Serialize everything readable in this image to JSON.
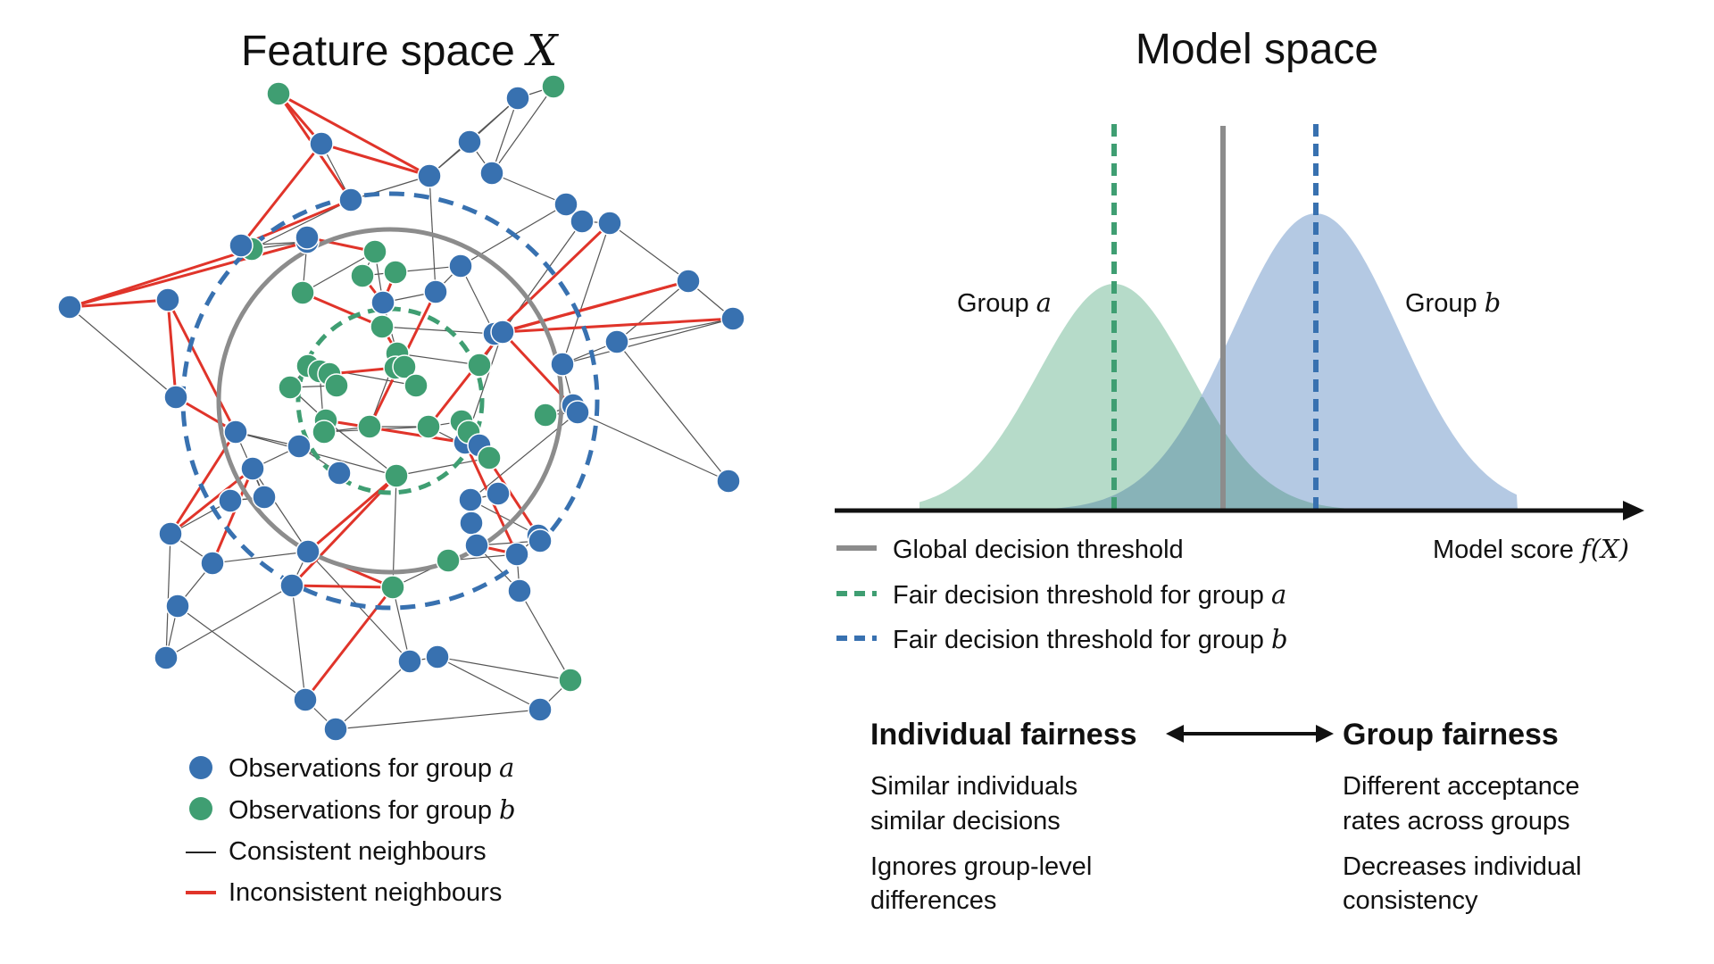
{
  "left": {
    "title": "Feature space",
    "title_math": "X",
    "legend": [
      {
        "text": "Observations for group ",
        "math": "a",
        "color": "#3871b0"
      },
      {
        "text": "Observations for group ",
        "math": "b",
        "color": "#3f9e72"
      },
      {
        "text": "Consistent neighbours",
        "math": "",
        "color": "#222222"
      },
      {
        "text": "Inconsistent neighbours",
        "math": "",
        "color": "#e0342a"
      }
    ]
  },
  "right": {
    "title": "Model space",
    "group_a_label": "Group ",
    "group_a_math": "a",
    "group_b_label": "Group ",
    "group_b_math": "b",
    "axis_label": "Model score ",
    "axis_math": "f(X)",
    "legend": [
      {
        "text": "Global decision threshold",
        "math": "",
        "style": "solid",
        "color": "#8c8c8c"
      },
      {
        "text": "Fair decision threshold for group ",
        "math": "a",
        "style": "dashed",
        "color": "#3f9e72"
      },
      {
        "text": "Fair decision threshold for group ",
        "math": "b",
        "style": "dashed",
        "color": "#3871b0"
      }
    ],
    "individual": {
      "heading": "Individual fairness",
      "lines": [
        "Similar individuals",
        "similar decisions",
        "Ignores group-level",
        "differences"
      ]
    },
    "group": {
      "heading": "Group fairness",
      "lines": [
        "Different acceptance",
        "rates across groups",
        "Decreases individual",
        "consistency"
      ]
    }
  },
  "colors": {
    "blue": "#3871b0",
    "green": "#3f9e72",
    "red": "#e0342a",
    "gray": "#8c8c8c",
    "blue_fill": "#a7c0de",
    "green_fill": "#a9d5bf"
  }
}
